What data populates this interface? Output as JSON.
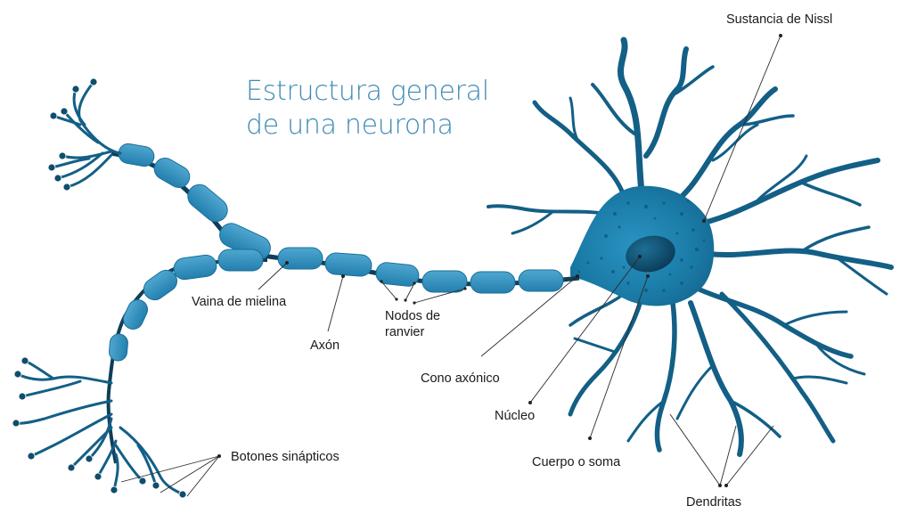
{
  "title": {
    "line1": "Estructura general",
    "line2": "de una neurona"
  },
  "labels": {
    "nissl": "Sustancia de Nissl",
    "myelin": "Vaina de mielina",
    "axon": "Axón",
    "ranvier_1": "Nodos de",
    "ranvier_2": "ranvier",
    "hillock": "Cono axónico",
    "nucleus": "Núcleo",
    "soma": "Cuerpo o soma",
    "buttons": "Botones sinápticos",
    "dendrites": "Dendritas"
  },
  "colors": {
    "title": "#3f8ab5",
    "neuron_dark": "#0f4d6e",
    "neuron_mid": "#1a7aa6",
    "myelin": "#2f8fbd",
    "nucleus": "#0b3f5c"
  }
}
